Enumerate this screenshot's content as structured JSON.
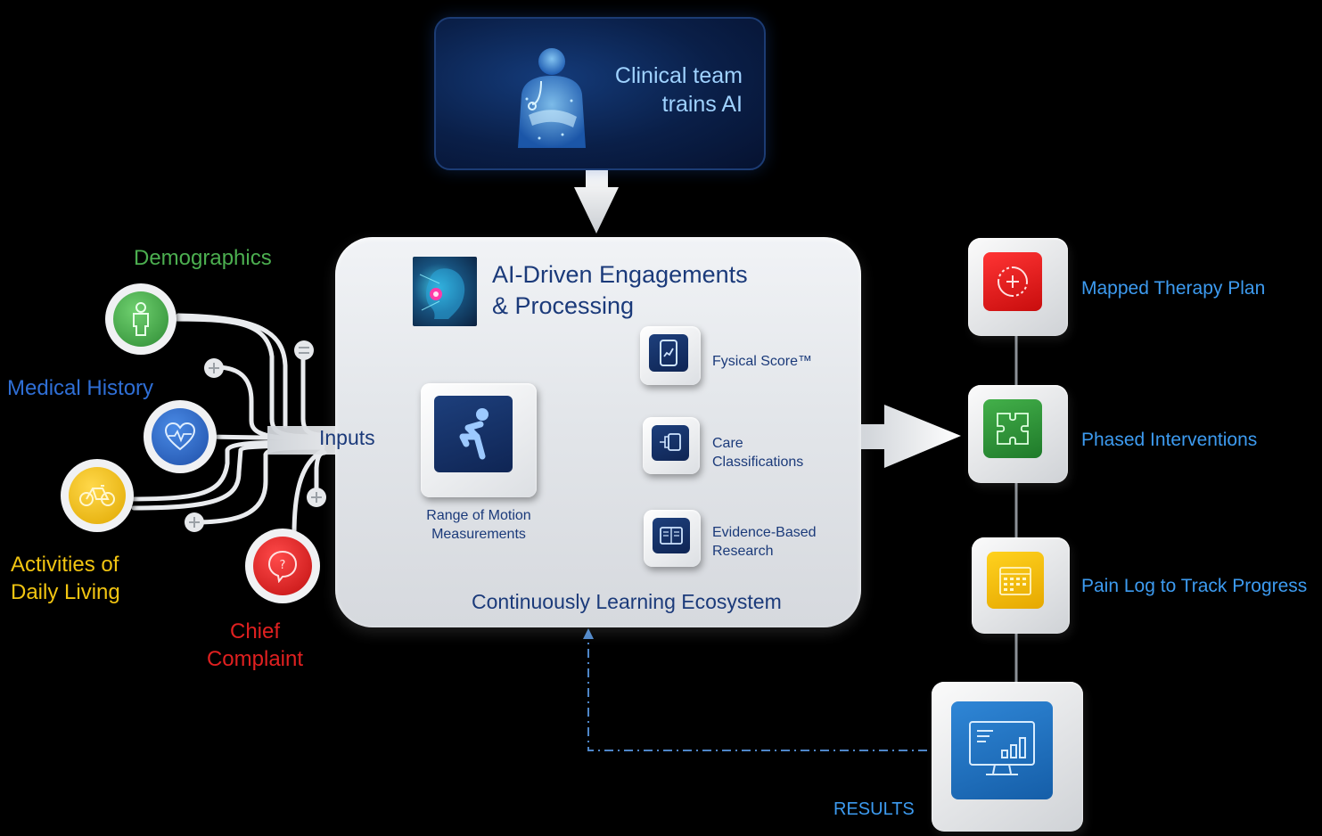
{
  "top": {
    "title_line1": "Clinical team",
    "title_line2": "trains AI",
    "icon": "doctor-hologram-icon"
  },
  "center": {
    "title_line1": "AI-Driven Engagements",
    "title_line2": "& Processing",
    "rom_label_line1": "Range of Motion",
    "rom_label_line2": "Measurements",
    "fysical_label": "Fysical Score™",
    "care_line1": "Care",
    "care_line2": "Classifications",
    "evidence_line1": "Evidence-Based",
    "evidence_line2": "Research",
    "ecosystem": "Continuously Learning Ecosystem"
  },
  "inputs": {
    "label": "Inputs",
    "demographics": "Demographics",
    "medical_history": "Medical History",
    "activities_line1": "Activities of",
    "activities_line2": "Daily Living",
    "chief_line1": "Chief",
    "chief_line2": "Complaint"
  },
  "outputs": {
    "mapped": "Mapped Therapy Plan",
    "phased": "Phased Interventions",
    "pain": "Pain Log to Track Progress",
    "results": "RESULTS"
  },
  "colors": {
    "demographics": "#4caf50",
    "medical": "#2f6fd6",
    "activities": "#f2c511",
    "chief": "#e02020",
    "label_blue": "#3d9bf0",
    "navy": "#1b3a7a"
  }
}
